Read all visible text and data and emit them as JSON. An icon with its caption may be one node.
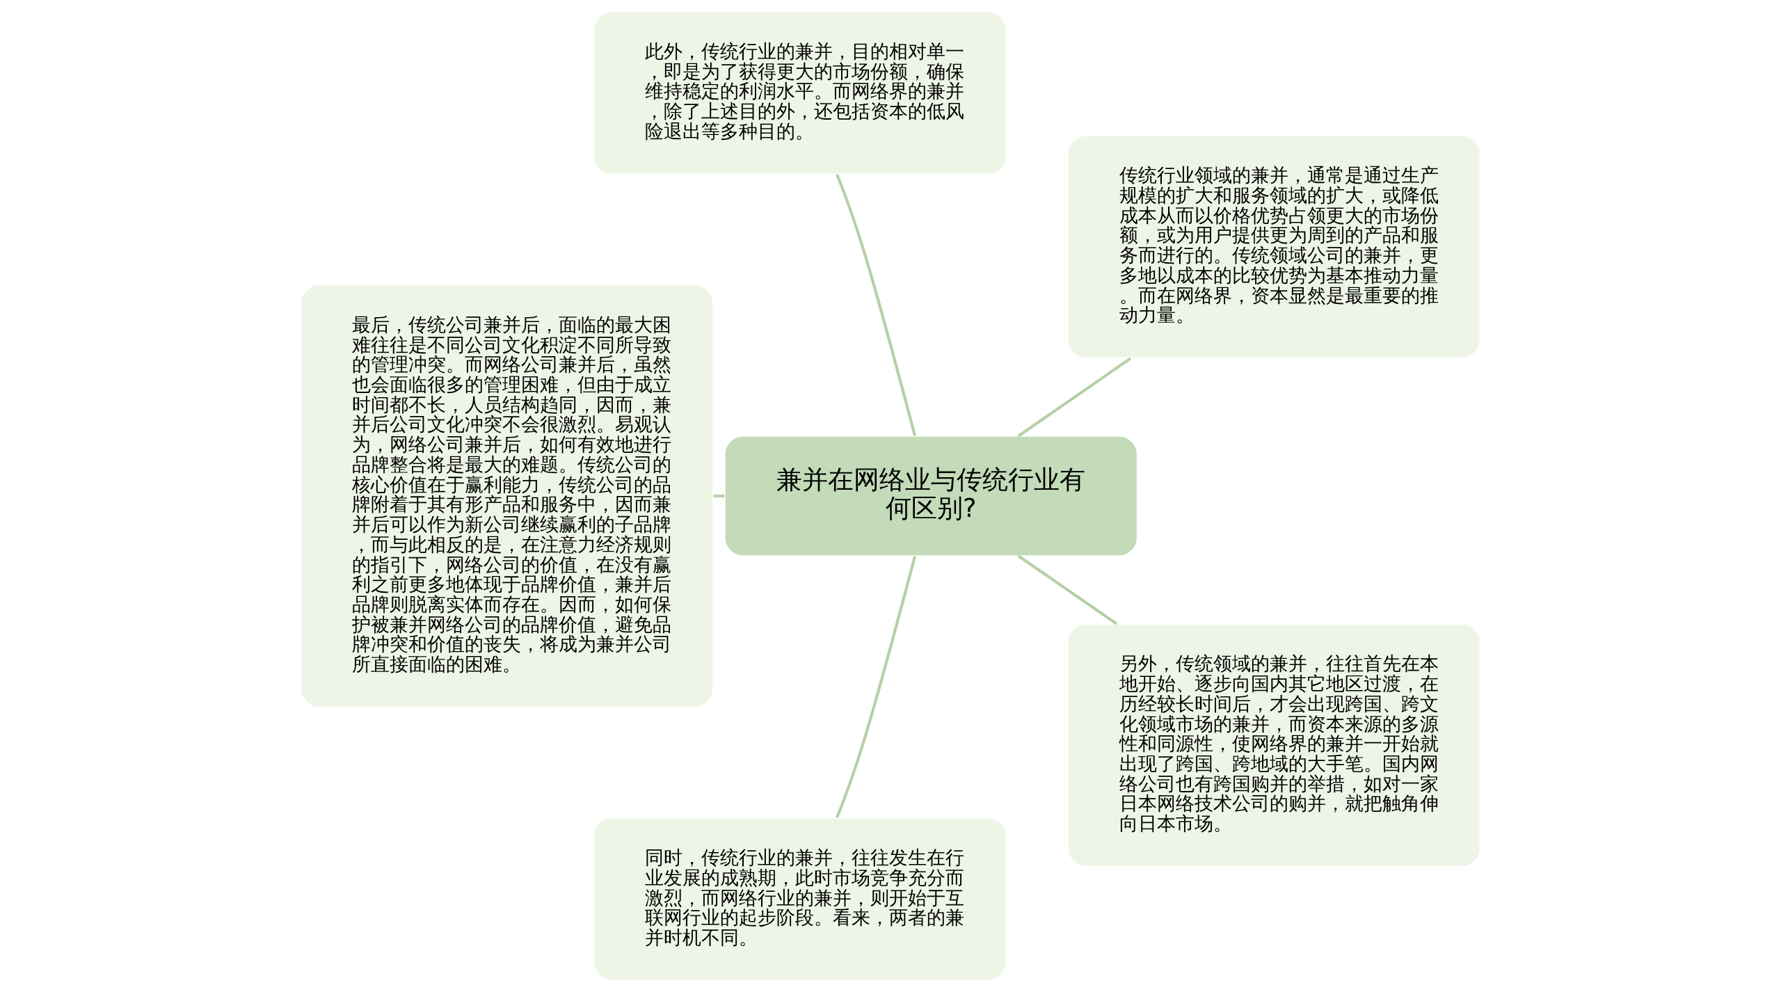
{
  "diagram": {
    "nodes": [
      {
        "text": [
          "兼并在网络业与传统行业有何区别?"
        ]
      },
      {
        "text": [
          "传统行业领域的兼并，通常是通过生产规模的扩大和服务领域的扩大，或降低成本从而以价格优势占领更大的市场份额，或为用户提供更为周到的产品和服务而进行的。传统领域公司的兼并，更多地以成本的比较优势为基本推动力量。而在网络界，资本显然是最重要的推动力量。"
        ]
      },
      {
        "text": [
          "此外，传统行业的兼并，目的相对单一，即是为了获得更大的市场份额，确保维持稳定的利润水平。而网络界的兼并，除了上述目的外，还包括资本的低风险退出等多种目的。"
        ]
      },
      {
        "text": [
          "最后，传统公司兼并后，面临的最大困难往往是不同公司文化积淀不同所导致的管理冲突。而网络公司兼并后，虽然也会面临很多的管理困难，但由于成立时间都不长，人员结构趋同，因而，兼并后公司文化冲突不会很激烈。易观认为，网络公司兼并后，如何有效地进行品牌整合将是最大的难题。传统公司的核心价值在于赢利能力，传统公司的品牌附着于其有形产品和服务中，因而兼并后可以作为新公司继续赢利的子品牌，而与此相反的是，在注意力经济规则的指引下，网络公司的价值，在没有赢利之前更多地体现于品牌价值，兼并后品牌则脱离实体而存在。因而，如何保护被兼并网络公司的品牌价值，避免品牌冲突和价值的丧失，将成为兼并公司所直接面临的困难。"
        ]
      },
      {
        "text": [
          "同时，传统行业的兼并，往往发生在行业发展的成熟期，此时市场竞争充分而激烈，而网络行业的兼并，则开始于互联网行业的起步阶段。看来，两者的兼并时机不同。"
        ]
      },
      {
        "text": [
          "另外，传统领域的兼并，往往首先在本地开始、逐步向国内其它地区过渡，在历经较长时间后，才会出现跨国、跨文化领域市场的兼并，而资本来源的多源性和同源性，使网络界的兼并一开始就出现了跨国、跨地域的大手笔。国内网络公司也有跨国购并的举措，如对一家日本网络技术公司的购并，就把触角伸向日本市场。"
        ]
      }
    ],
    "edges": [
      {
        "from": 0,
        "to": 1,
        "arrow": "none"
      },
      {
        "from": 0,
        "to": 2,
        "arrow": "none"
      },
      {
        "from": 0,
        "to": 3,
        "arrow": "none"
      },
      {
        "from": 0,
        "to": 4,
        "arrow": "none"
      },
      {
        "from": 0,
        "to": 5,
        "arrow": "none"
      }
    ]
  }
}
